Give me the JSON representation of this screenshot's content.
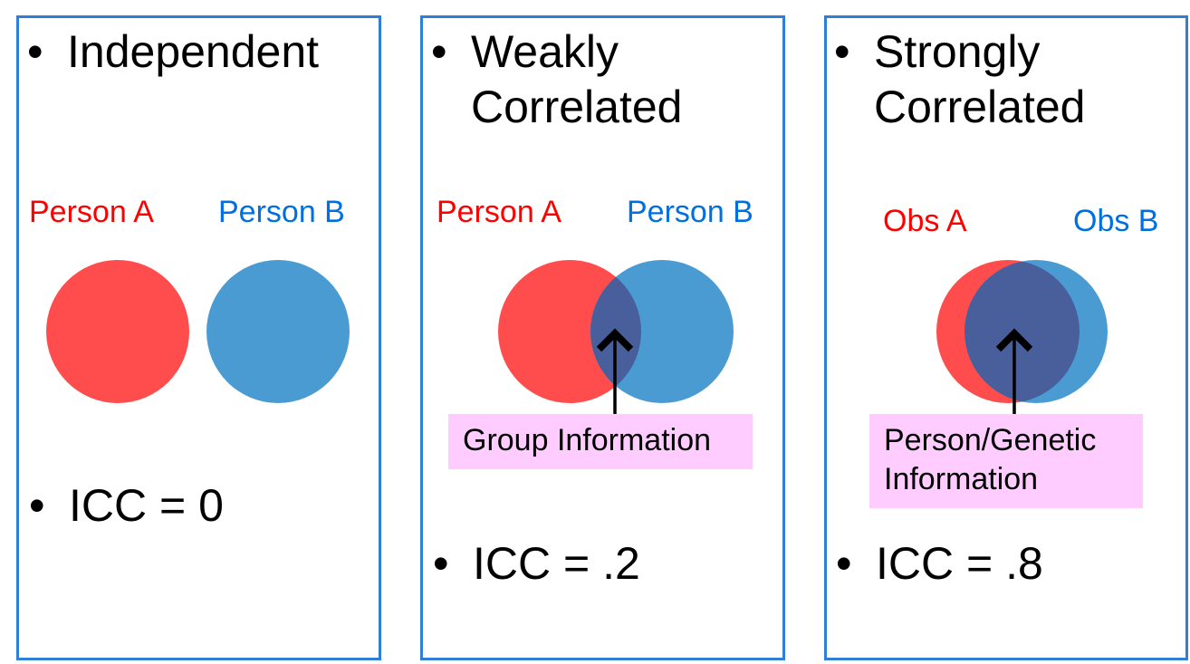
{
  "colors": {
    "border": "#2F7FD6",
    "circle_a": "#FF4D4D",
    "circle_b": "#4B9BD3",
    "overlap": "#485F9C",
    "callout_bg": "#FFCCFF",
    "label_a": "#FF0000",
    "label_b": "#0070E0"
  },
  "panels": [
    {
      "title_lines": [
        "Independent"
      ],
      "label_a": "Person A",
      "label_b": "Person B",
      "icc": "ICC = 0"
    },
    {
      "title_lines": [
        "Weakly",
        "Correlated"
      ],
      "label_a": "Person A",
      "label_b": "Person B",
      "callout_lines": [
        "Group Information"
      ],
      "icc": "ICC = .2"
    },
    {
      "title_lines": [
        "Strongly",
        "Correlated"
      ],
      "label_a": "Obs A",
      "label_b": "Obs B",
      "callout_lines": [
        "Person/Genetic",
        "Information"
      ],
      "icc": "ICC = .8"
    }
  ]
}
